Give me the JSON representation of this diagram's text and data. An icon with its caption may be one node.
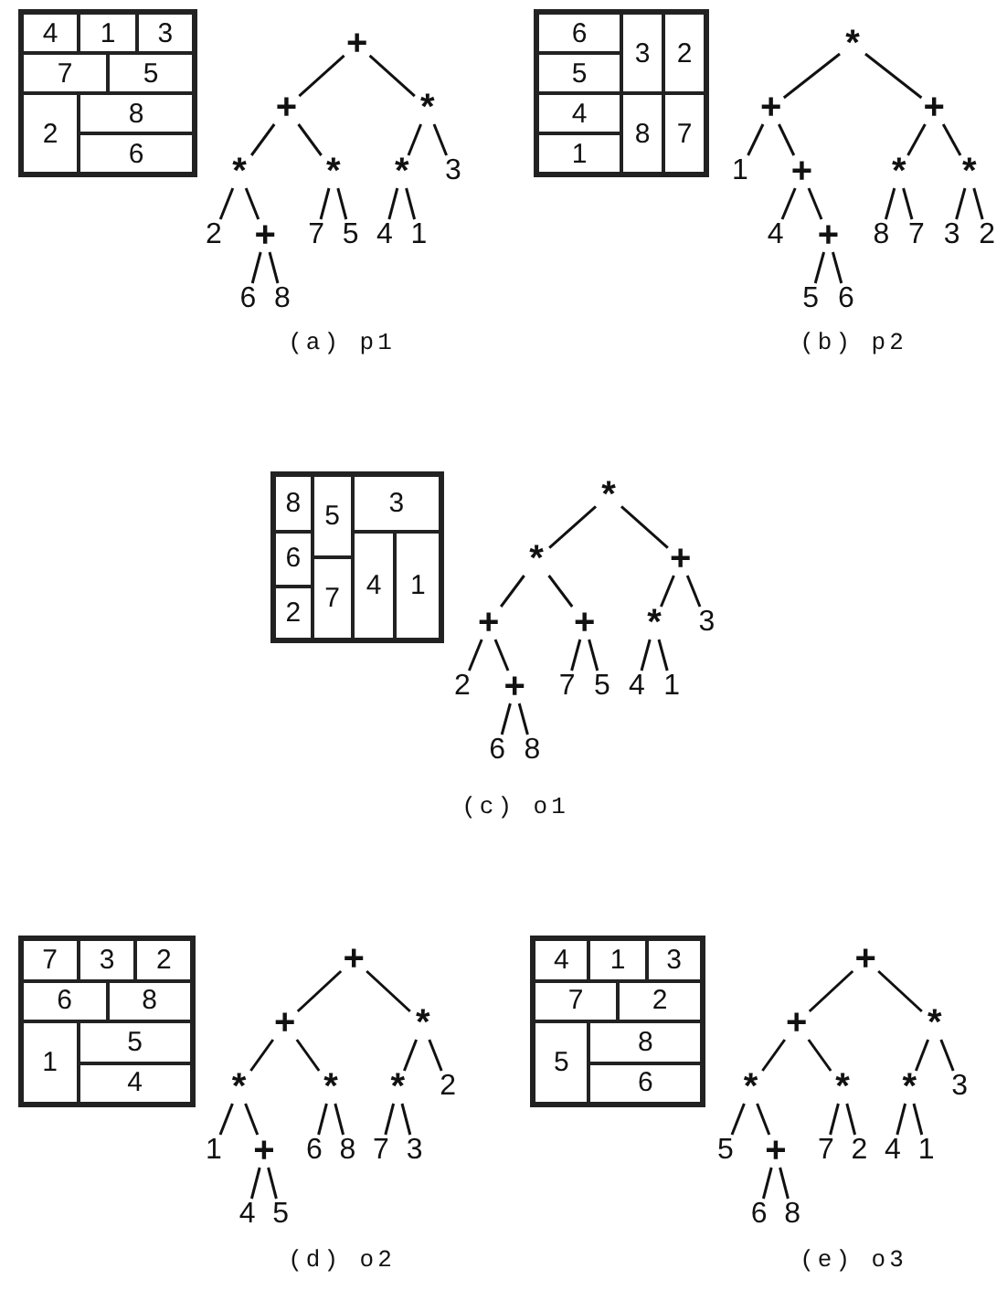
{
  "diagram": {
    "nodes": [
      {
        "text": [
          "4"
        ]
      },
      {
        "text": [
          "1"
        ]
      },
      {
        "text": [
          "3"
        ]
      },
      {
        "text": [
          "7"
        ]
      },
      {
        "text": [
          "5"
        ]
      },
      {
        "text": [
          "2"
        ]
      },
      {
        "text": [
          "8"
        ]
      },
      {
        "text": [
          "6"
        ]
      },
      {
        "text": [
          "+"
        ]
      },
      {
        "text": [
          "+"
        ]
      },
      {
        "text": [
          "*"
        ]
      },
      {
        "text": [
          "*"
        ]
      },
      {
        "text": [
          "*"
        ]
      },
      {
        "text": [
          "*"
        ]
      },
      {
        "text": [
          "3"
        ]
      },
      {
        "text": [
          "2"
        ]
      },
      {
        "text": [
          "+"
        ]
      },
      {
        "text": [
          "7"
        ]
      },
      {
        "text": [
          "5"
        ]
      },
      {
        "text": [
          "4"
        ]
      },
      {
        "text": [
          "1"
        ]
      },
      {
        "text": [
          "6"
        ]
      },
      {
        "text": [
          "8"
        ]
      },
      {
        "text": [
          "6"
        ]
      },
      {
        "text": [
          "3"
        ]
      },
      {
        "text": [
          "2"
        ]
      },
      {
        "text": [
          "5"
        ]
      },
      {
        "text": [
          "4"
        ]
      },
      {
        "text": [
          "8"
        ]
      },
      {
        "text": [
          "7"
        ]
      },
      {
        "text": [
          "1"
        ]
      },
      {
        "text": [
          "*"
        ]
      },
      {
        "text": [
          "+"
        ]
      },
      {
        "text": [
          "+"
        ]
      },
      {
        "text": [
          "1"
        ]
      },
      {
        "text": [
          "+"
        ]
      },
      {
        "text": [
          "*"
        ]
      },
      {
        "text": [
          "*"
        ]
      },
      {
        "text": [
          "4"
        ]
      },
      {
        "text": [
          "+"
        ]
      },
      {
        "text": [
          "8"
        ]
      },
      {
        "text": [
          "7"
        ]
      },
      {
        "text": [
          "3"
        ]
      },
      {
        "text": [
          "2"
        ]
      },
      {
        "text": [
          "5"
        ]
      },
      {
        "text": [
          "6"
        ]
      },
      {
        "text": [
          "8"
        ]
      },
      {
        "text": [
          "5"
        ]
      },
      {
        "text": [
          "3"
        ]
      },
      {
        "text": [
          "6"
        ]
      },
      {
        "text": [
          "4"
        ]
      },
      {
        "text": [
          "1"
        ]
      },
      {
        "text": [
          "7"
        ]
      },
      {
        "text": [
          "2"
        ]
      },
      {
        "text": [
          "*"
        ]
      },
      {
        "text": [
          "*"
        ]
      },
      {
        "text": [
          "+"
        ]
      },
      {
        "text": [
          "+"
        ]
      },
      {
        "text": [
          "+"
        ]
      },
      {
        "text": [
          "*"
        ]
      },
      {
        "text": [
          "3"
        ]
      },
      {
        "text": [
          "2"
        ]
      },
      {
        "text": [
          "+"
        ]
      },
      {
        "text": [
          "7"
        ]
      },
      {
        "text": [
          "5"
        ]
      },
      {
        "text": [
          "4"
        ]
      },
      {
        "text": [
          "1"
        ]
      },
      {
        "text": [
          "6"
        ]
      },
      {
        "text": [
          "8"
        ]
      },
      {
        "text": [
          "7"
        ]
      },
      {
        "text": [
          "3"
        ]
      },
      {
        "text": [
          "2"
        ]
      },
      {
        "text": [
          "6"
        ]
      },
      {
        "text": [
          "8"
        ]
      },
      {
        "text": [
          "1"
        ]
      },
      {
        "text": [
          "5"
        ]
      },
      {
        "text": [
          "4"
        ]
      },
      {
        "text": [
          "+"
        ]
      },
      {
        "text": [
          "+"
        ]
      },
      {
        "text": [
          "*"
        ]
      },
      {
        "text": [
          "*"
        ]
      },
      {
        "text": [
          "*"
        ]
      },
      {
        "text": [
          "*"
        ]
      },
      {
        "text": [
          "2"
        ]
      },
      {
        "text": [
          "1"
        ]
      },
      {
        "text": [
          "+"
        ]
      },
      {
        "text": [
          "6"
        ]
      },
      {
        "text": [
          "8"
        ]
      },
      {
        "text": [
          "7"
        ]
      },
      {
        "text": [
          "3"
        ]
      },
      {
        "text": [
          "4"
        ]
      },
      {
        "text": [
          "5"
        ]
      },
      {
        "text": [
          "4"
        ]
      },
      {
        "text": [
          "1"
        ]
      },
      {
        "text": [
          "3"
        ]
      },
      {
        "text": [
          "7"
        ]
      },
      {
        "text": [
          "2"
        ]
      },
      {
        "text": [
          "5"
        ]
      },
      {
        "text": [
          "8"
        ]
      },
      {
        "text": [
          "6"
        ]
      },
      {
        "text": [
          "+"
        ]
      },
      {
        "text": [
          "+"
        ]
      },
      {
        "text": [
          "*"
        ]
      },
      {
        "text": [
          "*"
        ]
      },
      {
        "text": [
          "*"
        ]
      },
      {
        "text": [
          "*"
        ]
      },
      {
        "text": [
          "3"
        ]
      },
      {
        "text": [
          "5"
        ]
      },
      {
        "text": [
          "+"
        ]
      },
      {
        "text": [
          "7"
        ]
      },
      {
        "text": [
          "2"
        ]
      },
      {
        "text": [
          "4"
        ]
      },
      {
        "text": [
          "1"
        ]
      },
      {
        "text": [
          "6"
        ]
      },
      {
        "text": [
          "8"
        ]
      }
    ],
    "edges": [
      {
        "from": 8,
        "to": 9,
        "arrow": "none"
      },
      {
        "from": 8,
        "to": 10,
        "arrow": "none"
      },
      {
        "from": 9,
        "to": 11,
        "arrow": "none"
      },
      {
        "from": 9,
        "to": 12,
        "arrow": "none"
      },
      {
        "from": 10,
        "to": 13,
        "arrow": "none"
      },
      {
        "from": 10,
        "to": 14,
        "arrow": "none"
      },
      {
        "from": 11,
        "to": 15,
        "arrow": "none"
      },
      {
        "from": 11,
        "to": 16,
        "arrow": "none"
      },
      {
        "from": 12,
        "to": 17,
        "arrow": "none"
      },
      {
        "from": 12,
        "to": 18,
        "arrow": "none"
      },
      {
        "from": 13,
        "to": 19,
        "arrow": "none"
      },
      {
        "from": 13,
        "to": 20,
        "arrow": "none"
      },
      {
        "from": 16,
        "to": 21,
        "arrow": "none"
      },
      {
        "from": 16,
        "to": 22,
        "arrow": "none"
      },
      {
        "from": 31,
        "to": 32,
        "arrow": "none"
      },
      {
        "from": 31,
        "to": 33,
        "arrow": "none"
      },
      {
        "from": 32,
        "to": 34,
        "arrow": "none"
      },
      {
        "from": 32,
        "to": 35,
        "arrow": "none"
      },
      {
        "from": 33,
        "to": 36,
        "arrow": "none"
      },
      {
        "from": 33,
        "to": 37,
        "arrow": "none"
      },
      {
        "from": 35,
        "to": 38,
        "arrow": "none"
      },
      {
        "from": 35,
        "to": 39,
        "arrow": "none"
      },
      {
        "from": 36,
        "to": 40,
        "arrow": "none"
      },
      {
        "from": 36,
        "to": 41,
        "arrow": "none"
      },
      {
        "from": 37,
        "to": 42,
        "arrow": "none"
      },
      {
        "from": 37,
        "to": 43,
        "arrow": "none"
      },
      {
        "from": 39,
        "to": 44,
        "arrow": "none"
      },
      {
        "from": 39,
        "to": 45,
        "arrow": "none"
      },
      {
        "from": 54,
        "to": 55,
        "arrow": "none"
      },
      {
        "from": 54,
        "to": 56,
        "arrow": "none"
      },
      {
        "from": 55,
        "to": 57,
        "arrow": "none"
      },
      {
        "from": 55,
        "to": 58,
        "arrow": "none"
      },
      {
        "from": 56,
        "to": 59,
        "arrow": "none"
      },
      {
        "from": 56,
        "to": 60,
        "arrow": "none"
      },
      {
        "from": 57,
        "to": 61,
        "arrow": "none"
      },
      {
        "from": 57,
        "to": 62,
        "arrow": "none"
      },
      {
        "from": 58,
        "to": 63,
        "arrow": "none"
      },
      {
        "from": 58,
        "to": 64,
        "arrow": "none"
      },
      {
        "from": 59,
        "to": 65,
        "arrow": "none"
      },
      {
        "from": 59,
        "to": 66,
        "arrow": "none"
      },
      {
        "from": 62,
        "to": 67,
        "arrow": "none"
      },
      {
        "from": 62,
        "to": 68,
        "arrow": "none"
      },
      {
        "from": 77,
        "to": 78,
        "arrow": "none"
      },
      {
        "from": 77,
        "to": 79,
        "arrow": "none"
      },
      {
        "from": 78,
        "to": 80,
        "arrow": "none"
      },
      {
        "from": 78,
        "to": 81,
        "arrow": "none"
      },
      {
        "from": 79,
        "to": 82,
        "arrow": "none"
      },
      {
        "from": 79,
        "to": 83,
        "arrow": "none"
      },
      {
        "from": 80,
        "to": 84,
        "arrow": "none"
      },
      {
        "from": 80,
        "to": 85,
        "arrow": "none"
      },
      {
        "from": 81,
        "to": 86,
        "arrow": "none"
      },
      {
        "from": 81,
        "to": 87,
        "arrow": "none"
      },
      {
        "from": 82,
        "to": 88,
        "arrow": "none"
      },
      {
        "from": 82,
        "to": 89,
        "arrow": "none"
      },
      {
        "from": 85,
        "to": 90,
        "arrow": "none"
      },
      {
        "from": 85,
        "to": 91,
        "arrow": "none"
      },
      {
        "from": 100,
        "to": 101,
        "arrow": "none"
      },
      {
        "from": 100,
        "to": 102,
        "arrow": "none"
      },
      {
        "from": 101,
        "to": 103,
        "arrow": "none"
      },
      {
        "from": 101,
        "to": 104,
        "arrow": "none"
      },
      {
        "from": 102,
        "to": 105,
        "arrow": "none"
      },
      {
        "from": 102,
        "to": 106,
        "arrow": "none"
      },
      {
        "from": 103,
        "to": 107,
        "arrow": "none"
      },
      {
        "from": 103,
        "to": 108,
        "arrow": "none"
      },
      {
        "from": 104,
        "to": 109,
        "arrow": "none"
      },
      {
        "from": 104,
        "to": 110,
        "arrow": "none"
      },
      {
        "from": 105,
        "to": 111,
        "arrow": "none"
      },
      {
        "from": 105,
        "to": 112,
        "arrow": "none"
      },
      {
        "from": 108,
        "to": 113,
        "arrow": "none"
      },
      {
        "from": 108,
        "to": 114,
        "arrow": "none"
      }
    ],
    "labels": [
      "(a) p1",
      "(b) p2",
      "(c) o1",
      "(d) o2",
      "(e) o3"
    ]
  }
}
